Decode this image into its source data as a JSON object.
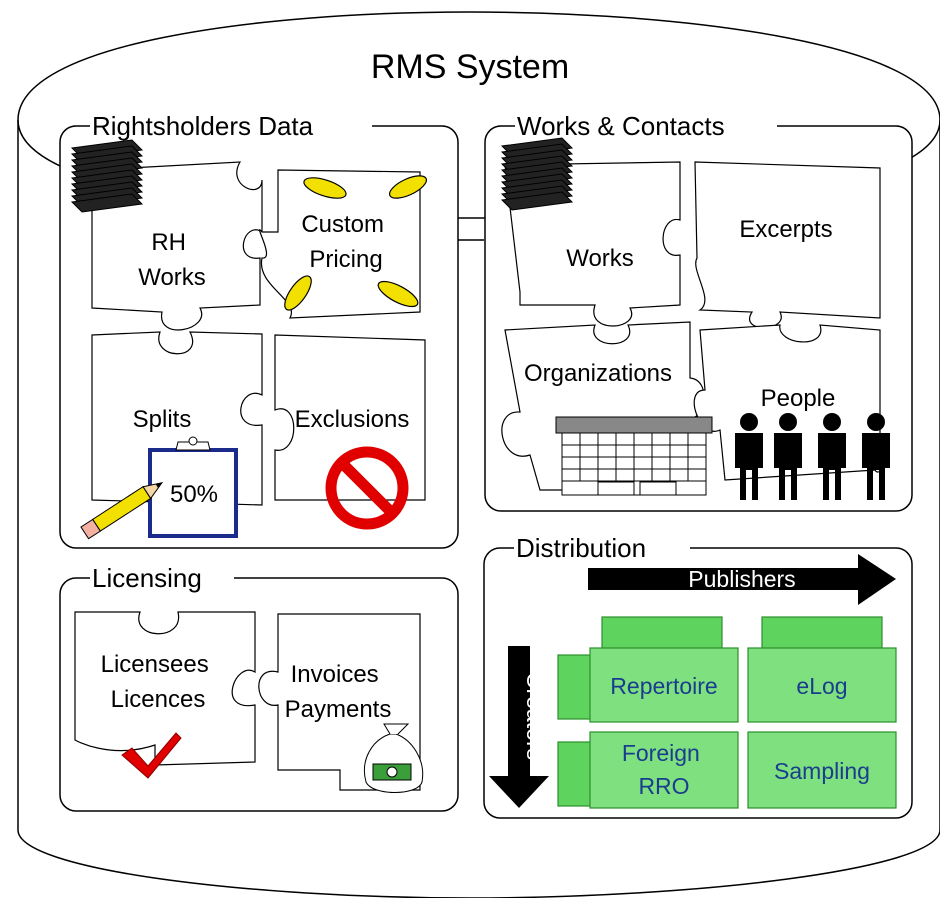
{
  "title": "RMS System",
  "rightsholders": {
    "heading": "Rightsholders Data",
    "rh_works": [
      "RH",
      "Works"
    ],
    "custom_pricing": [
      "Custom",
      "Pricing"
    ],
    "splits": "Splits",
    "split_value": "50%",
    "exclusions": "Exclusions"
  },
  "works_contacts": {
    "heading": "Works & Contacts",
    "works": "Works",
    "excerpts": "Excerpts",
    "organizations": "Organizations",
    "people": "People"
  },
  "licensing": {
    "heading": "Licensing",
    "licensees": [
      "Licensees",
      "Licences"
    ],
    "invoices": [
      "Invoices",
      "Payments"
    ]
  },
  "distribution": {
    "heading": "Distribution",
    "publishers": "Publishers",
    "creators": "Creators",
    "repertoire": "Repertoire",
    "elog": "eLog",
    "foreign": [
      "Foreign",
      "RRO"
    ],
    "sampling": "Sampling"
  },
  "colors": {
    "green_fill": "#5ed45e",
    "green_stroke": "#2b8f2b",
    "no_sign_red": "#e00000",
    "coin_yellow": "#f2e000",
    "clipboard_blue": "#1a2b8c"
  },
  "icons": [
    "document-stack-icon",
    "coin-icon",
    "clipboard-icon",
    "pencil-icon",
    "no-sign-icon",
    "building-icon",
    "person-icon",
    "checkmark-icon",
    "money-bag-icon",
    "arrow-right-icon",
    "arrow-down-icon"
  ]
}
